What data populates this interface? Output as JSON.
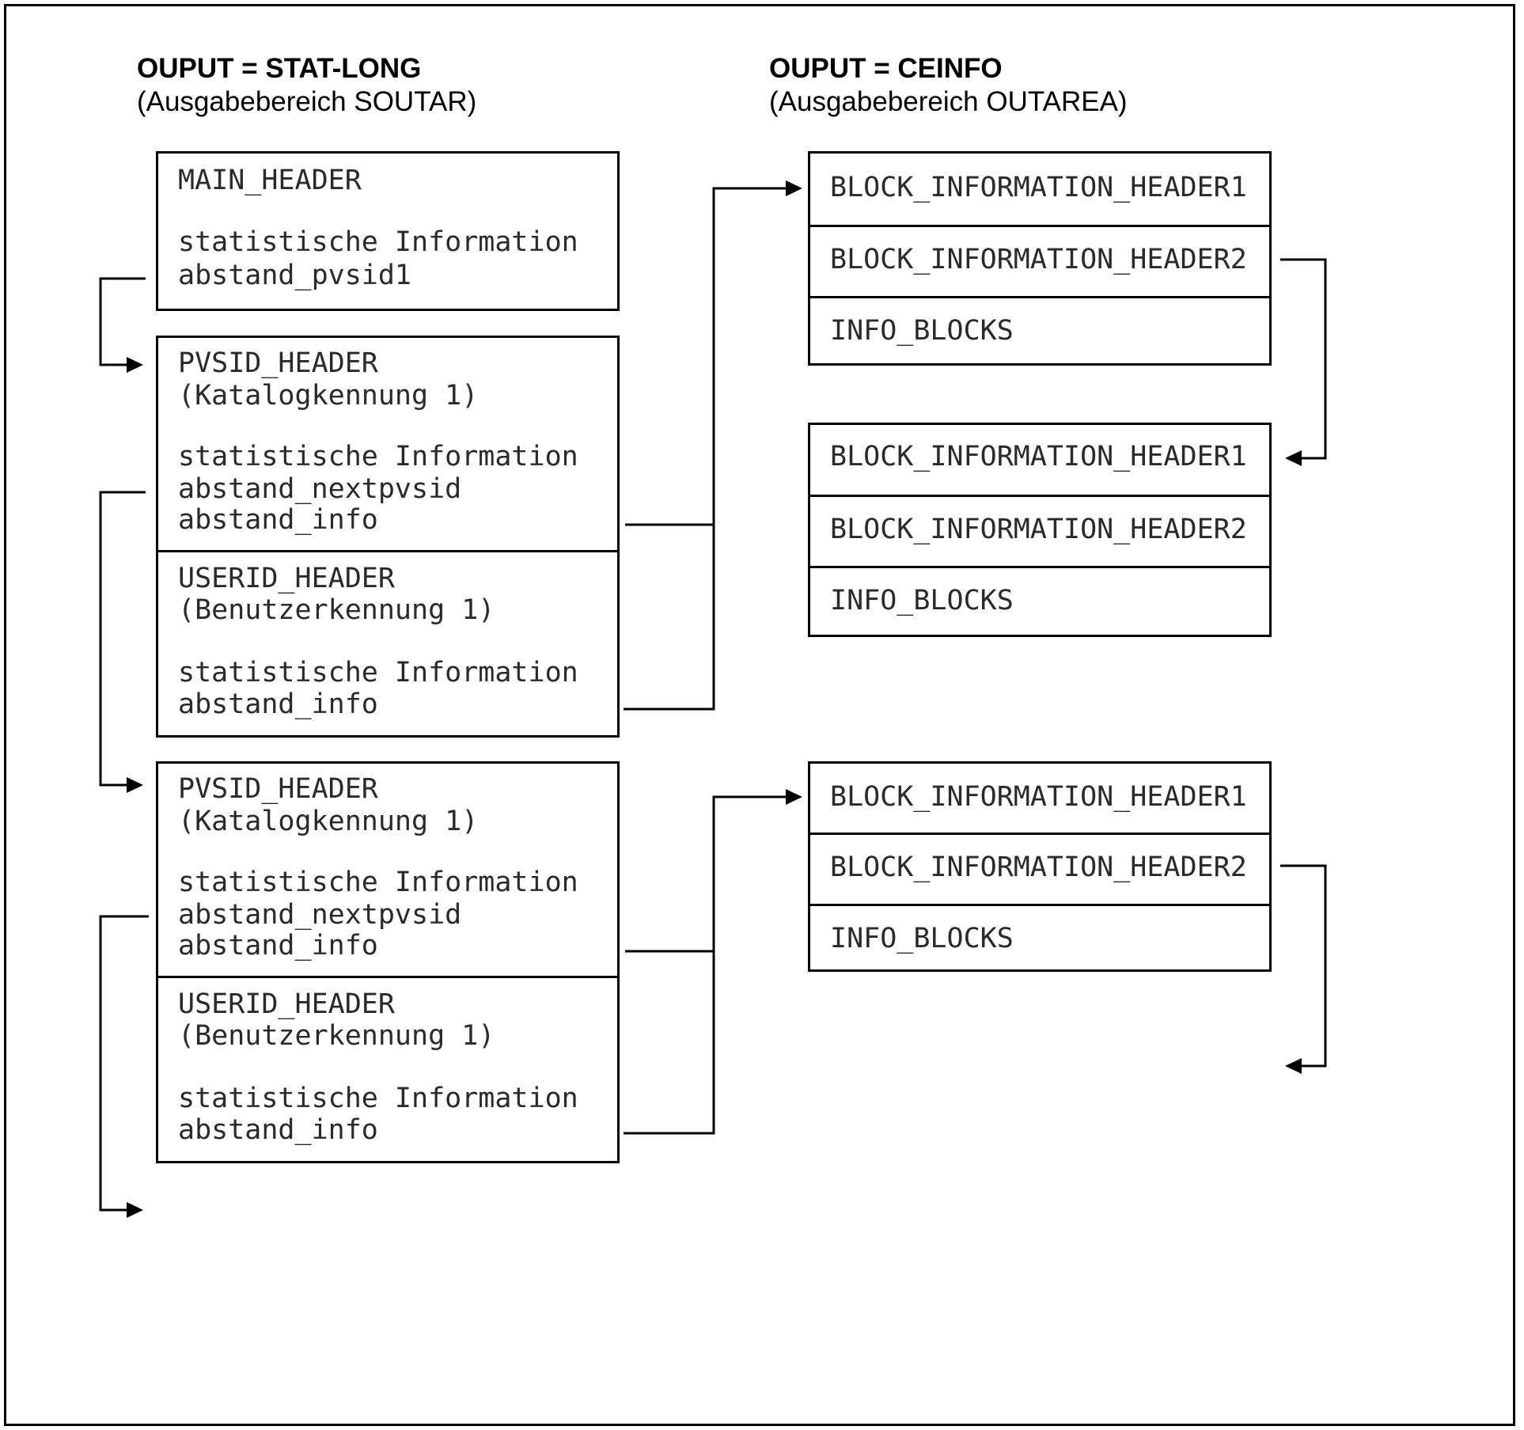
{
  "left_column": {
    "title": "OUPUT = STAT-LONG",
    "subtitle": "(Ausgabebereich SOUTAR)",
    "main_header": [
      "MAIN_HEADER",
      "",
      "statistische Information",
      "abstand_pvsid1"
    ],
    "pvsid_header": [
      "PVSID_HEADER",
      "(Katalogkennung 1)",
      "",
      "statistische Information",
      "abstand_nextpvsid",
      "abstand_info"
    ],
    "userid_header": [
      "USERID_HEADER",
      "(Benutzerkennung 1)",
      "",
      "statistische Information",
      "abstand_info"
    ]
  },
  "right_column": {
    "title": "OUPUT = CEINFO",
    "subtitle": "(Ausgabebereich OUTAREA)",
    "block_rows": [
      "BLOCK_INFORMATION_HEADER1",
      "BLOCK_INFORMATION_HEADER2",
      "INFO_BLOCKS"
    ]
  }
}
